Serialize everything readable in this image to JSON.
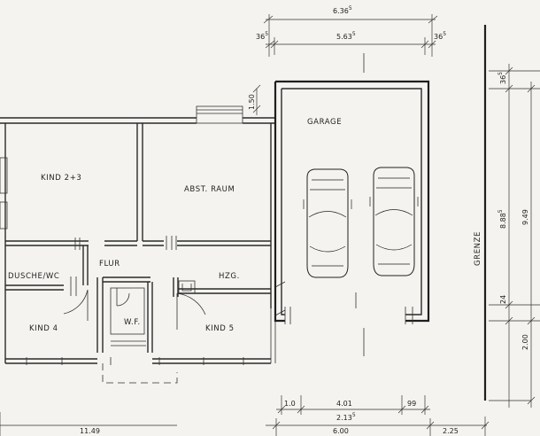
{
  "rooms": {
    "kind23": "KIND  2+3",
    "abst": "ABST. RAUM",
    "garage": "GARAGE",
    "dusche": "DUSCHE/WC",
    "flur": "FLUR",
    "hzg": "HZG.",
    "kind4": "KIND  4",
    "wf": "W.F.",
    "kind5": "KIND  5"
  },
  "boundary_label": "GRENZE",
  "dimensions": {
    "top_total": "6.36",
    "top_total_sup": "5",
    "top_inner": "5.63",
    "top_inner_sup": "5",
    "top_left": "36",
    "top_left_sup": "5",
    "top_right": "36",
    "top_right_sup": "5",
    "garage_offset": "1.50",
    "right_top": "36",
    "right_top_sup": "5",
    "right_main": "8.88",
    "right_main_sup": "5",
    "right_total": "9.49",
    "right_small": "24",
    "right_bottom": "2.00",
    "bottom_a": "1.0",
    "bottom_b": "4.01",
    "bottom_c": "99",
    "bottom_mid": "2.13",
    "bottom_mid_sup": "5",
    "bottom_total": "6.00",
    "bottom_right": "2.25",
    "bottom_left": "11.49"
  }
}
